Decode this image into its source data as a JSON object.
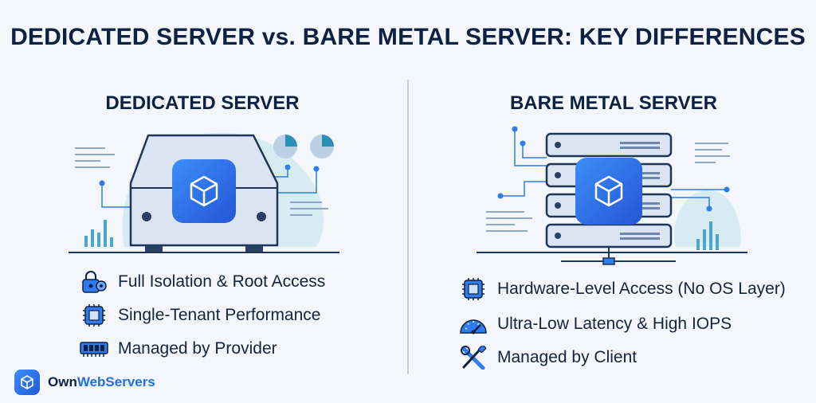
{
  "title": "DEDICATED SERVER vs. BARE METAL SERVER: KEY DIFFERENCES",
  "left": {
    "heading": "DEDICATED SERVER",
    "features": [
      {
        "icon": "lock-gear-icon",
        "label": "Full Isolation & Root Access"
      },
      {
        "icon": "cpu-chip-icon",
        "label": "Single-Tenant Performance"
      },
      {
        "icon": "memory-module-icon",
        "label": "Managed by Provider"
      }
    ]
  },
  "right": {
    "heading": "BARE METAL SERVER",
    "features": [
      {
        "icon": "cpu-chip-icon",
        "label": "Hardware-Level Access (No OS Layer)"
      },
      {
        "icon": "speedometer-icon",
        "label": "Ultra-Low Latency & High IOPS"
      },
      {
        "icon": "wrench-screwdriver-icon",
        "label": "Managed by Client"
      }
    ]
  },
  "brand": {
    "part1": "Own",
    "part2": "WebServers"
  },
  "colors": {
    "navy": "#0e2142",
    "accent": "#2f7cf0",
    "light_blue": "#c9e6f2",
    "server_fill": "#dbe4f3"
  }
}
